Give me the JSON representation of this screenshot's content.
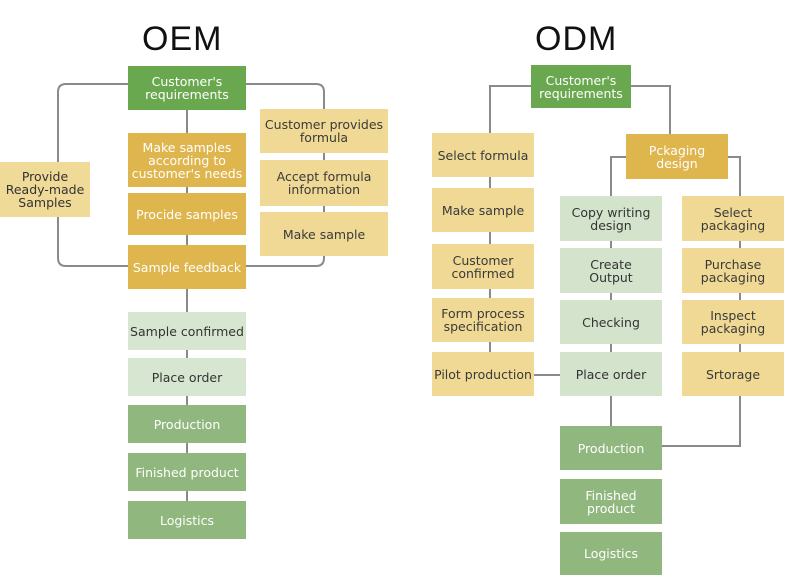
{
  "oem": {
    "title": "OEM",
    "customer_req": "Customer's\nrequirements",
    "provide_ready": "Provide\nReady-made\nSamples",
    "make_samples": "Make samples\naccording to\ncustomer's needs",
    "procide_samples": "Procide samples",
    "sample_feedback": "Sample feedback",
    "customer_formula": "Customer provides\nformula",
    "accept_formula": "Accept formula\ninformation",
    "make_sample": "Make sample",
    "sample_confirmed": "Sample confirmed",
    "place_order": "Place order",
    "production": "Production",
    "finished_product": "Finished product",
    "logistics": "Logistics"
  },
  "odm": {
    "title": "ODM",
    "customer_req": "Customer's\nrequirements",
    "packaging_design": "Pckaging\ndesign",
    "select_formula": "Select formula",
    "make_sample": "Make sample",
    "customer_confirmed": "Customer\nconfirmed",
    "form_process": "Form process\nspecification",
    "pilot_production": "Pilot production",
    "copy_writing": "Copy writing\ndesign",
    "create_output": "Create\nOutput",
    "checking": "Checking",
    "place_order": "Place order",
    "select_packaging": "Select\npackaging",
    "purchase_packaging": "Purchase\npackaging",
    "inspect_packaging": "Inspect\npackaging",
    "storage": "Srtorage",
    "production": "Production",
    "finished_product": "Finished\nproduct",
    "logistics": "Logistics"
  },
  "colors": {
    "line": "#8a8a8a",
    "green": "#6aa84f",
    "gold": "#dfb54d",
    "tan": "#efd995",
    "pale": "#d7e6d0"
  }
}
